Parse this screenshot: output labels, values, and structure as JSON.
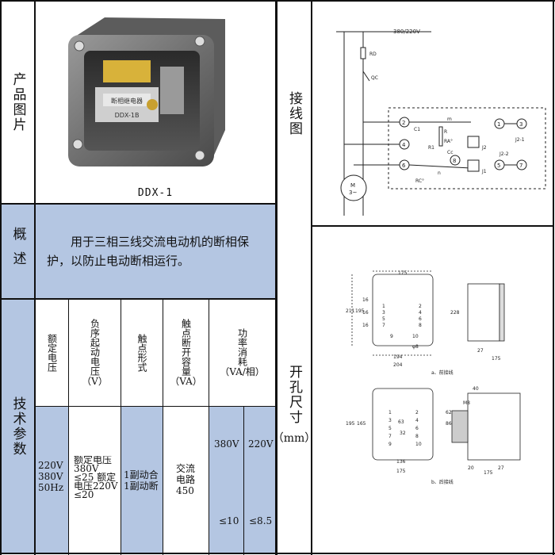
{
  "product": {
    "image_label": "产品图片",
    "model": "DDX-1",
    "device_plate": "断相继电器",
    "device_model": "DDX-1B"
  },
  "wiring": {
    "label": "接线图",
    "supply": "380/220V",
    "fuse": "RD",
    "contactor": "QC",
    "motor": "M",
    "motor_phase": "3~",
    "terminals": [
      "2",
      "4",
      "6",
      "8",
      "1",
      "3",
      "5",
      "7"
    ],
    "components": [
      "C1",
      "R",
      "RA°",
      "R1",
      "Cc",
      "RC°",
      "m",
      "n",
      "J1",
      "J2",
      "J2-1",
      "J2-2"
    ]
  },
  "overview": {
    "label": "概述",
    "text": "用于三相三线交流电动机的断相保护，以防止电动断相运行。"
  },
  "specs": {
    "label": "技术参数",
    "headers": {
      "rated_voltage": "额定电压",
      "neg_seq_voltage": "负序起动电压",
      "neg_seq_unit": "（V）",
      "contact_form": "触点形式",
      "breaking_capacity": "触点断开容量",
      "breaking_unit": "（VA）",
      "power": "功率消耗",
      "power_unit": "（VA/相）"
    },
    "values": {
      "rated_voltage": [
        "220V",
        "380V",
        "50Hz"
      ],
      "neg_seq": [
        "额定电压",
        "380V",
        "≤25 额定",
        "电压220V",
        "≤20"
      ],
      "contact_form": [
        "1副动合",
        "1副动断"
      ],
      "breaking_capacity": [
        "交流",
        "电路",
        "450"
      ],
      "power_voltages": [
        "380V",
        "220V"
      ],
      "power_values": [
        "≤10",
        "≤8.5"
      ]
    }
  },
  "dimensions": {
    "label": "开孔尺寸",
    "unit": "（mm）",
    "front_caption": "a、前接线",
    "rear_caption": "b、后接线",
    "front_numbers": [
      "175",
      "211",
      "195",
      "16",
      "16",
      "16",
      "204",
      "194",
      "228",
      "27",
      "175",
      "9",
      "10",
      "φ8"
    ],
    "front_terminals": [
      "1",
      "3",
      "5",
      "7",
      "2",
      "4",
      "6",
      "8"
    ],
    "rear_numbers": [
      "195",
      "165",
      "63",
      "32",
      "136",
      "175",
      "40",
      "M8",
      "86",
      "62",
      "175",
      "20",
      "27"
    ],
    "rear_terminals": [
      "1",
      "2",
      "3",
      "4",
      "5",
      "6",
      "7",
      "8",
      "9",
      "10"
    ]
  }
}
